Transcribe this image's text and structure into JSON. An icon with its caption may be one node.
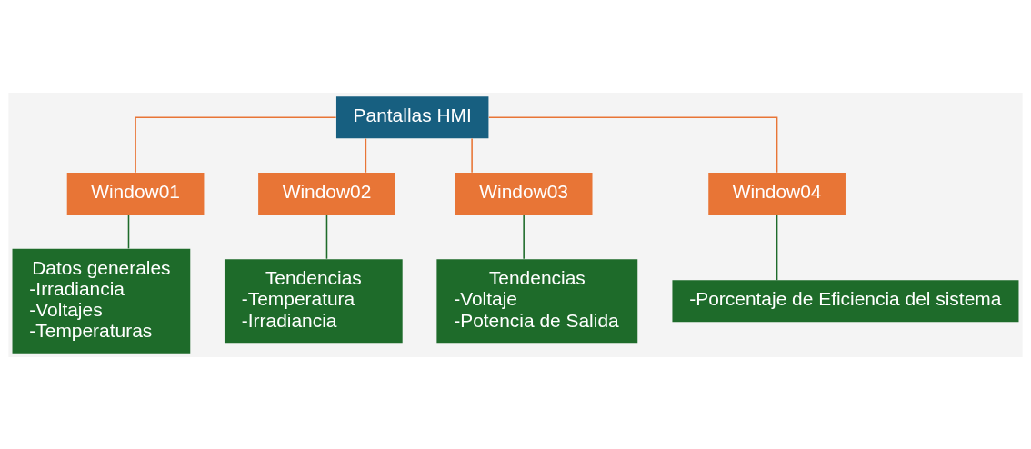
{
  "diagram": {
    "nodes": [
      {
        "text": [
          "Pantallas HMI"
        ]
      },
      {
        "text": [
          "Window01"
        ]
      },
      {
        "text": [
          "Window02"
        ]
      },
      {
        "text": [
          "Window03"
        ]
      },
      {
        "text": [
          "Window04"
        ]
      },
      {
        "text": [
          "Datos generales",
          "-Irradiancia",
          "-Voltajes",
          "-Temperaturas"
        ]
      },
      {
        "text": [
          "Tendencias",
          "-Temperatura",
          "-Irradiancia"
        ]
      },
      {
        "text": [
          "Tendencias",
          "-Voltaje",
          "-Potencia de Salida"
        ]
      },
      {
        "text": [
          "-Porcentaje de Eficiencia del sistema"
        ]
      }
    ],
    "edges": [
      {
        "from": 0,
        "to": 1,
        "arrow": "none",
        "color": "#e87536"
      },
      {
        "from": 0,
        "to": 2,
        "arrow": "none",
        "color": "#e87536"
      },
      {
        "from": 0,
        "to": 3,
        "arrow": "none",
        "color": "#e87536"
      },
      {
        "from": 0,
        "to": 4,
        "arrow": "none",
        "color": "#e87536"
      },
      {
        "from": 1,
        "to": 5,
        "arrow": "none",
        "color": "#1e6b2a"
      },
      {
        "from": 2,
        "to": 6,
        "arrow": "none",
        "color": "#1e6b2a"
      },
      {
        "from": 3,
        "to": 7,
        "arrow": "none",
        "color": "#1e6b2a"
      },
      {
        "from": 4,
        "to": 8,
        "arrow": "none",
        "color": "#1e6b2a"
      }
    ]
  }
}
